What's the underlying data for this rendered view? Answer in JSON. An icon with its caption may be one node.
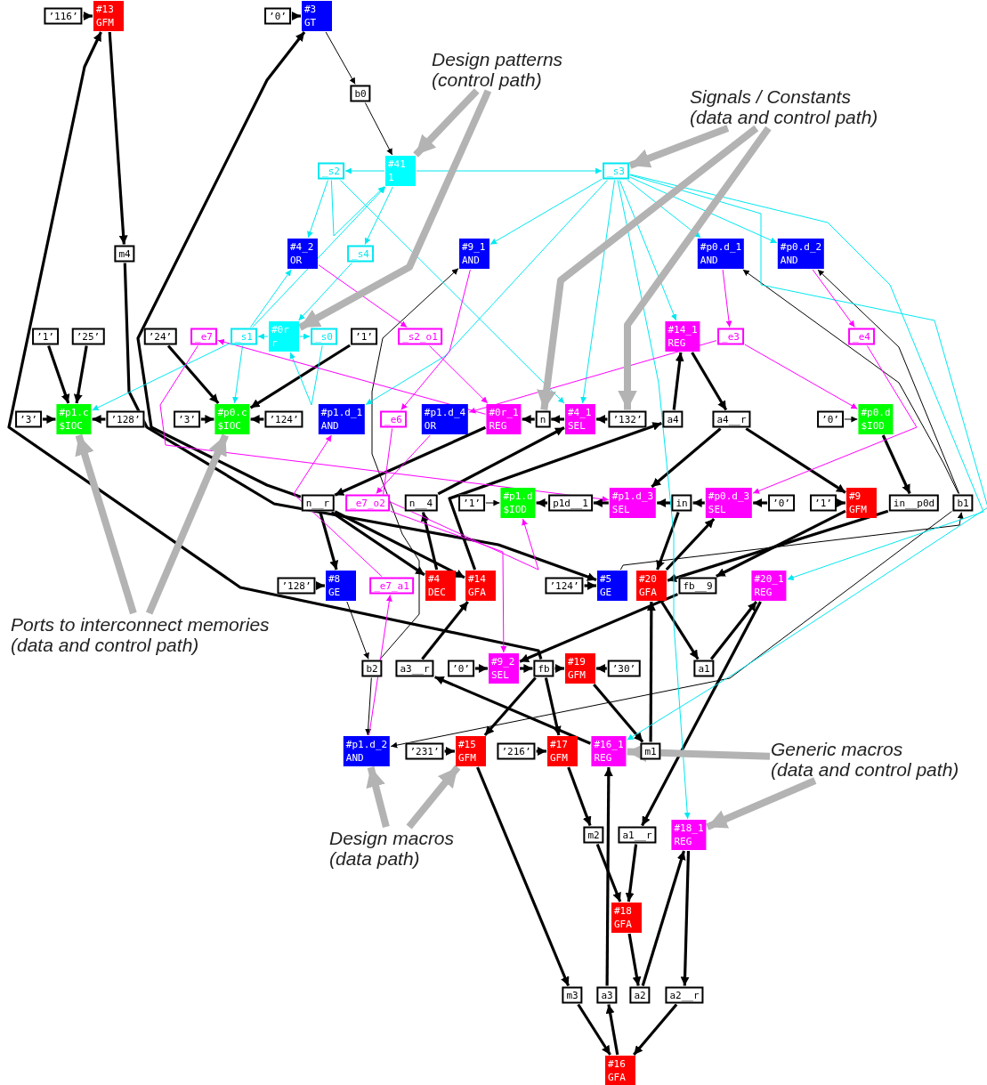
{
  "diagram": {
    "nodes": [
      {
        "text": [
          "’116’"
        ]
      },
      {
        "text": [
          "#13",
          "GFM"
        ]
      },
      {
        "text": [
          "’0’"
        ]
      },
      {
        "text": [
          "#3",
          "GT"
        ]
      },
      {
        "text": [
          "Design patterns (control path)"
        ]
      },
      {
        "text": [
          "b0"
        ]
      },
      {
        "text": [
          "_s2"
        ]
      },
      {
        "text": [
          "#41",
          "1"
        ]
      },
      {
        "text": [
          "_s3"
        ]
      },
      {
        "text": [
          "Signals / Constants (data and control path)"
        ]
      },
      {
        "text": [
          "#4_2",
          "OR"
        ]
      },
      {
        "text": [
          "_s4"
        ]
      },
      {
        "text": [
          "#9_1",
          "AND"
        ]
      },
      {
        "text": [
          "#p0.d_1",
          "AND"
        ]
      },
      {
        "text": [
          "#p0.d_2",
          "AND"
        ]
      },
      {
        "text": [
          "m4"
        ]
      },
      {
        "text": [
          "’1’"
        ]
      },
      {
        "text": [
          "’25’"
        ]
      },
      {
        "text": [
          "’24’"
        ]
      },
      {
        "text": [
          "_e7"
        ]
      },
      {
        "text": [
          "_s1"
        ]
      },
      {
        "text": [
          "#0r",
          "r"
        ]
      },
      {
        "text": [
          "_s0"
        ]
      },
      {
        "text": [
          "’1’"
        ]
      },
      {
        "text": [
          "_s2_o1"
        ]
      },
      {
        "text": [
          "#14_1",
          "REG"
        ]
      },
      {
        "text": [
          "_e3"
        ]
      },
      {
        "text": [
          "_e4"
        ]
      },
      {
        "text": [
          "’3’"
        ]
      },
      {
        "text": [
          "#p1.c",
          "$IOC"
        ]
      },
      {
        "text": [
          "’128’"
        ]
      },
      {
        "text": [
          "’3’"
        ]
      },
      {
        "text": [
          "#p0.c",
          "$IOC"
        ]
      },
      {
        "text": [
          "’124’"
        ]
      },
      {
        "text": [
          "#p1.d_1",
          "AND"
        ]
      },
      {
        "text": [
          "_e6"
        ]
      },
      {
        "text": [
          "#p1.d_4",
          "OR"
        ]
      },
      {
        "text": [
          "#0r_1",
          "REG"
        ]
      },
      {
        "text": [
          "n"
        ]
      },
      {
        "text": [
          "#4_1",
          "SEL"
        ]
      },
      {
        "text": [
          "’132’"
        ]
      },
      {
        "text": [
          "a4"
        ]
      },
      {
        "text": [
          "a4__r"
        ]
      },
      {
        "text": [
          "’0’"
        ]
      },
      {
        "text": [
          "#p0.d",
          "$IOD"
        ]
      },
      {
        "text": [
          "n__r"
        ]
      },
      {
        "text": [
          "_e7_o2"
        ]
      },
      {
        "text": [
          "n__4"
        ]
      },
      {
        "text": [
          "’1’"
        ]
      },
      {
        "text": [
          "#p1.d",
          "$IOD"
        ]
      },
      {
        "text": [
          "p1d__1"
        ]
      },
      {
        "text": [
          "#p1.d_3",
          "SEL"
        ]
      },
      {
        "text": [
          "in"
        ]
      },
      {
        "text": [
          "#p0.d_3",
          "SEL"
        ]
      },
      {
        "text": [
          "’0’"
        ]
      },
      {
        "text": [
          "’1’"
        ]
      },
      {
        "text": [
          "#9",
          "GFM"
        ]
      },
      {
        "text": [
          "in__p0d"
        ]
      },
      {
        "text": [
          "b1"
        ]
      },
      {
        "text": [
          "’128’"
        ]
      },
      {
        "text": [
          "#8",
          "GE"
        ]
      },
      {
        "text": [
          "_e7_a1"
        ]
      },
      {
        "text": [
          "#4",
          "DEC"
        ]
      },
      {
        "text": [
          "#14",
          "GFA"
        ]
      },
      {
        "text": [
          "’124’"
        ]
      },
      {
        "text": [
          "#5",
          "GE"
        ]
      },
      {
        "text": [
          "#20",
          "GFA"
        ]
      },
      {
        "text": [
          "fb__9"
        ]
      },
      {
        "text": [
          "#20_1",
          "REG"
        ]
      },
      {
        "text": [
          "Ports to interconnect memories (data and control path)"
        ]
      },
      {
        "text": [
          "b2"
        ]
      },
      {
        "text": [
          "a3__r"
        ]
      },
      {
        "text": [
          "’0’"
        ]
      },
      {
        "text": [
          "#9_2",
          "SEL"
        ]
      },
      {
        "text": [
          "fb"
        ]
      },
      {
        "text": [
          "#19",
          "GFM"
        ]
      },
      {
        "text": [
          "’30’"
        ]
      },
      {
        "text": [
          "a1"
        ]
      },
      {
        "text": [
          "#p1.d_2",
          "AND"
        ]
      },
      {
        "text": [
          "’231’"
        ]
      },
      {
        "text": [
          "#15",
          "GFM"
        ]
      },
      {
        "text": [
          "’216’"
        ]
      },
      {
        "text": [
          "#17",
          "GFM"
        ]
      },
      {
        "text": [
          "#16_1",
          "REG"
        ]
      },
      {
        "text": [
          "m1"
        ]
      },
      {
        "text": [
          "Generic macros (data and control path)"
        ]
      },
      {
        "text": [
          "m2"
        ]
      },
      {
        "text": [
          "a1__r"
        ]
      },
      {
        "text": [
          "#18_1",
          "REG"
        ]
      },
      {
        "text": [
          "Design macros (data path)"
        ]
      },
      {
        "text": [
          "#18",
          "GFA"
        ]
      },
      {
        "text": [
          "m3"
        ]
      },
      {
        "text": [
          "a3"
        ]
      },
      {
        "text": [
          "a2"
        ]
      },
      {
        "text": [
          "a2__r"
        ]
      },
      {
        "text": [
          "#16",
          "GFA"
        ]
      }
    ],
    "edges": [
      {
        "from": 0,
        "to": 1,
        "arrow": "to"
      },
      {
        "from": 2,
        "to": 3,
        "arrow": "to"
      },
      {
        "from": 1,
        "to": 15,
        "arrow": "to"
      },
      {
        "from": 74,
        "to": 1,
        "arrow": "to"
      },
      {
        "from": 45,
        "to": 3,
        "arrow": "to"
      },
      {
        "from": 15,
        "to": 65,
        "arrow": "to"
      },
      {
        "from": 45,
        "to": 60,
        "arrow": "to"
      },
      {
        "from": 45,
        "to": 62,
        "arrow": "to"
      },
      {
        "from": 45,
        "to": 63,
        "arrow": "to"
      },
      {
        "from": 16,
        "to": 29,
        "arrow": "to"
      },
      {
        "from": 17,
        "to": 29,
        "arrow": "to"
      },
      {
        "from": 28,
        "to": 29,
        "arrow": "to"
      },
      {
        "from": 30,
        "to": 29,
        "arrow": "to"
      },
      {
        "from": 18,
        "to": 32,
        "arrow": "to"
      },
      {
        "from": 23,
        "to": 32,
        "arrow": "to"
      },
      {
        "from": 31,
        "to": 32,
        "arrow": "to"
      },
      {
        "from": 33,
        "to": 32,
        "arrow": "to"
      },
      {
        "from": 42,
        "to": 51,
        "arrow": "to"
      },
      {
        "from": 42,
        "to": 56,
        "arrow": "to"
      },
      {
        "from": 25,
        "to": 42,
        "arrow": "to"
      },
      {
        "from": 41,
        "to": 25,
        "arrow": "to"
      },
      {
        "from": 40,
        "to": 39,
        "arrow": "to"
      },
      {
        "from": 39,
        "to": 38,
        "arrow": "to"
      },
      {
        "from": 38,
        "to": 37,
        "arrow": "to"
      },
      {
        "from": 37,
        "to": 45,
        "arrow": "to"
      },
      {
        "from": 47,
        "to": 39,
        "arrow": "to"
      },
      {
        "from": 62,
        "to": 47,
        "arrow": "to"
      },
      {
        "from": 63,
        "to": 41,
        "arrow": "to"
      },
      {
        "from": 71,
        "to": 63,
        "arrow": "to"
      },
      {
        "from": 83,
        "to": 71,
        "arrow": "to"
      },
      {
        "from": 48,
        "to": 49,
        "arrow": "to"
      },
      {
        "from": 50,
        "to": 49,
        "arrow": "to"
      },
      {
        "from": 51,
        "to": 50,
        "arrow": "to"
      },
      {
        "from": 52,
        "to": 51,
        "arrow": "to"
      },
      {
        "from": 53,
        "to": 52,
        "arrow": "to"
      },
      {
        "from": 54,
        "to": 53,
        "arrow": "to"
      },
      {
        "from": 55,
        "to": 56,
        "arrow": "to"
      },
      {
        "from": 43,
        "to": 44,
        "arrow": "to"
      },
      {
        "from": 44,
        "to": 57,
        "arrow": "to"
      },
      {
        "from": 56,
        "to": 67,
        "arrow": "to"
      },
      {
        "from": 57,
        "to": 66,
        "arrow": "to"
      },
      {
        "from": 66,
        "to": 53,
        "arrow": "to"
      },
      {
        "from": 52,
        "to": 66,
        "arrow": "to"
      },
      {
        "from": 67,
        "to": 73,
        "arrow": "to"
      },
      {
        "from": 64,
        "to": 65,
        "arrow": "to"
      },
      {
        "from": 59,
        "to": 60,
        "arrow": "to"
      },
      {
        "from": 66,
        "to": 77,
        "arrow": "to"
      },
      {
        "from": 77,
        "to": 68,
        "arrow": "to"
      },
      {
        "from": 68,
        "to": 87,
        "arrow": "to"
      },
      {
        "from": 84,
        "to": 66,
        "arrow": "to"
      },
      {
        "from": 72,
        "to": 73,
        "arrow": "to"
      },
      {
        "from": 73,
        "to": 74,
        "arrow": "to"
      },
      {
        "from": 74,
        "to": 75,
        "arrow": "to"
      },
      {
        "from": 76,
        "to": 75,
        "arrow": "to"
      },
      {
        "from": 74,
        "to": 80,
        "arrow": "to"
      },
      {
        "from": 74,
        "to": 82,
        "arrow": "to"
      },
      {
        "from": 75,
        "to": 84,
        "arrow": "to"
      },
      {
        "from": 79,
        "to": 80,
        "arrow": "to"
      },
      {
        "from": 81,
        "to": 82,
        "arrow": "to"
      },
      {
        "from": 80,
        "to": 91,
        "arrow": "to"
      },
      {
        "from": 82,
        "to": 86,
        "arrow": "to"
      },
      {
        "from": 86,
        "to": 90,
        "arrow": "to"
      },
      {
        "from": 87,
        "to": 90,
        "arrow": "to"
      },
      {
        "from": 90,
        "to": 93,
        "arrow": "to"
      },
      {
        "from": 93,
        "to": 88,
        "arrow": "to"
      },
      {
        "from": 88,
        "to": 94,
        "arrow": "to"
      },
      {
        "from": 94,
        "to": 95,
        "arrow": "to"
      },
      {
        "from": 91,
        "to": 95,
        "arrow": "to"
      },
      {
        "from": 95,
        "to": 92,
        "arrow": "to"
      },
      {
        "from": 92,
        "to": 83,
        "arrow": "to"
      },
      {
        "from": 3,
        "to": 5,
        "arrow": "to"
      },
      {
        "from": 5,
        "to": 7,
        "arrow": "to"
      },
      {
        "from": 60,
        "to": 70,
        "arrow": "to"
      },
      {
        "from": 70,
        "to": 78,
        "arrow": "to"
      },
      {
        "from": 58,
        "to": 78,
        "arrow": "to"
      },
      {
        "from": 65,
        "to": 58,
        "arrow": "to"
      },
      {
        "from": 58,
        "to": 13,
        "arrow": "to"
      },
      {
        "from": 58,
        "to": 14,
        "arrow": "to"
      },
      {
        "from": 70,
        "to": 12,
        "arrow": "to"
      },
      {
        "from": 7,
        "to": 6,
        "arrow": "to",
        "color": "#00e8f0"
      },
      {
        "from": 7,
        "to": 8,
        "arrow": "to",
        "color": "#00e8f0"
      },
      {
        "from": 6,
        "to": 10,
        "arrow": "to",
        "color": "#00e8f0"
      },
      {
        "from": 7,
        "to": 11,
        "arrow": "to",
        "color": "#00e8f0"
      },
      {
        "from": 20,
        "to": 7,
        "arrow": "to",
        "color": "#00e8f0"
      },
      {
        "from": 6,
        "to": 7,
        "arrow": "to",
        "color": "#00e8f0"
      },
      {
        "from": 21,
        "to": 20,
        "arrow": "to",
        "color": "#00e8f0"
      },
      {
        "from": 21,
        "to": 22,
        "arrow": "to",
        "color": "#00e8f0"
      },
      {
        "from": 20,
        "to": 10,
        "arrow": "to",
        "color": "#00e8f0"
      },
      {
        "from": 11,
        "to": 21,
        "arrow": "to",
        "color": "#00e8f0"
      },
      {
        "from": 22,
        "to": 21,
        "arrow": "to",
        "color": "#00e8f0"
      },
      {
        "from": 20,
        "to": 29,
        "arrow": "to",
        "color": "#00e8f0"
      },
      {
        "from": 20,
        "to": 32,
        "arrow": "to",
        "color": "#00e8f0"
      },
      {
        "from": 8,
        "to": 12,
        "arrow": "to",
        "color": "#00e8f0"
      },
      {
        "from": 8,
        "to": 13,
        "arrow": "to",
        "color": "#00e8f0"
      },
      {
        "from": 8,
        "to": 14,
        "arrow": "to",
        "color": "#00e8f0"
      },
      {
        "from": 8,
        "to": 25,
        "arrow": "to",
        "color": "#00e8f0"
      },
      {
        "from": 8,
        "to": 39,
        "arrow": "to",
        "color": "#00e8f0"
      },
      {
        "from": 8,
        "to": 34,
        "arrow": "to",
        "color": "#00e8f0"
      },
      {
        "from": 8,
        "to": 68,
        "arrow": "to",
        "color": "#00e8f0"
      },
      {
        "from": 8,
        "to": 88,
        "arrow": "to",
        "color": "#00e8f0"
      },
      {
        "from": 8,
        "to": 83,
        "arrow": "to",
        "color": "#00e8f0"
      },
      {
        "from": 6,
        "to": 39,
        "arrow": "to",
        "color": "#00e8f0"
      },
      {
        "from": 10,
        "to": 24,
        "arrow": "to",
        "color": "#ff00ff"
      },
      {
        "from": 12,
        "to": 35,
        "arrow": "to",
        "color": "#ff00ff"
      },
      {
        "from": 13,
        "to": 26,
        "arrow": "to",
        "color": "#ff00ff"
      },
      {
        "from": 14,
        "to": 27,
        "arrow": "to",
        "color": "#ff00ff"
      },
      {
        "from": 24,
        "to": 37,
        "arrow": "to",
        "color": "#ff00ff"
      },
      {
        "from": 26,
        "to": 36,
        "arrow": "to",
        "color": "#ff00ff"
      },
      {
        "from": 26,
        "to": 44,
        "arrow": "to",
        "color": "#ff00ff"
      },
      {
        "from": 27,
        "to": 53,
        "arrow": "to",
        "color": "#ff00ff"
      },
      {
        "from": 37,
        "to": 19,
        "arrow": "to",
        "color": "#ff00ff"
      },
      {
        "from": 19,
        "to": 51,
        "arrow": "to",
        "color": "#ff00ff"
      },
      {
        "from": 36,
        "to": 46,
        "arrow": "to",
        "color": "#ff00ff"
      },
      {
        "from": 35,
        "to": 49,
        "arrow": "to",
        "color": "#ff00ff"
      },
      {
        "from": 61,
        "to": 34,
        "arrow": "to",
        "color": "#ff00ff"
      },
      {
        "from": 46,
        "to": 73,
        "arrow": "to",
        "color": "#ff00ff"
      },
      {
        "from": 78,
        "to": 61,
        "arrow": "to",
        "color": "#ff00ff"
      },
      {
        "from": 4,
        "to": 7,
        "arrow": "to",
        "style": "thick",
        "color": "#b3b3b3"
      },
      {
        "from": 4,
        "to": 21,
        "arrow": "to",
        "style": "thick",
        "color": "#b3b3b3"
      },
      {
        "from": 9,
        "to": 8,
        "arrow": "to",
        "style": "thick",
        "color": "#b3b3b3"
      },
      {
        "from": 9,
        "to": 38,
        "arrow": "to",
        "style": "thick",
        "color": "#b3b3b3"
      },
      {
        "from": 9,
        "to": 40,
        "arrow": "to",
        "style": "thick",
        "color": "#b3b3b3"
      },
      {
        "from": 69,
        "to": 29,
        "arrow": "to",
        "style": "thick",
        "color": "#b3b3b3"
      },
      {
        "from": 69,
        "to": 32,
        "arrow": "to",
        "style": "thick",
        "color": "#b3b3b3"
      },
      {
        "from": 85,
        "to": 83,
        "arrow": "to",
        "style": "thick",
        "color": "#b3b3b3"
      },
      {
        "from": 85,
        "to": 88,
        "arrow": "to",
        "style": "thick",
        "color": "#b3b3b3"
      },
      {
        "from": 89,
        "to": 78,
        "arrow": "to",
        "style": "thick",
        "color": "#b3b3b3"
      },
      {
        "from": 89,
        "to": 80,
        "arrow": "to",
        "style": "thick",
        "color": "#b3b3b3"
      }
    ]
  }
}
